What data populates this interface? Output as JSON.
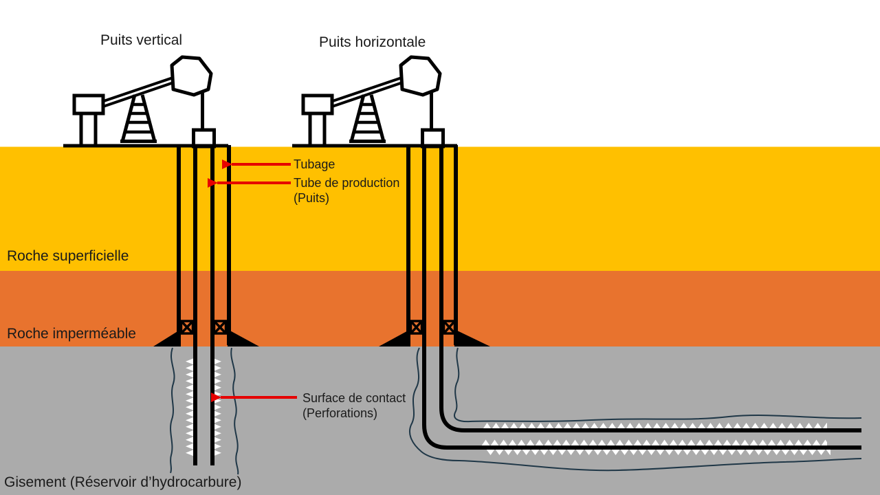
{
  "diagram": {
    "titles": {
      "vertical_well": "Puits vertical",
      "horizontal_well": "Puits horizontale"
    },
    "layers": {
      "surface_rock": {
        "label": "Roche superficielle",
        "color": "#FFC000"
      },
      "impermeable_rock": {
        "label": "Roche imperméable",
        "color": "#E8732E"
      },
      "reservoir": {
        "label": "Gisement (Réservoir d’hydrocarbure)",
        "color": "#ABABAB"
      }
    },
    "annotations": {
      "casing": {
        "label": "Tubage"
      },
      "production_tube": {
        "label": "Tube de production",
        "sublabel": "(Puits)"
      },
      "contact_surface": {
        "label": "Surface de contact",
        "sublabel": "(Perforations)"
      }
    },
    "icons": {
      "pumpjack": "pumpjack-icon"
    },
    "colors": {
      "arrow": "#E60000",
      "outline": "#000000",
      "fracture_line": "#1F3747",
      "perforation": "#FFFFFF",
      "text": "#1A1A1A"
    }
  }
}
